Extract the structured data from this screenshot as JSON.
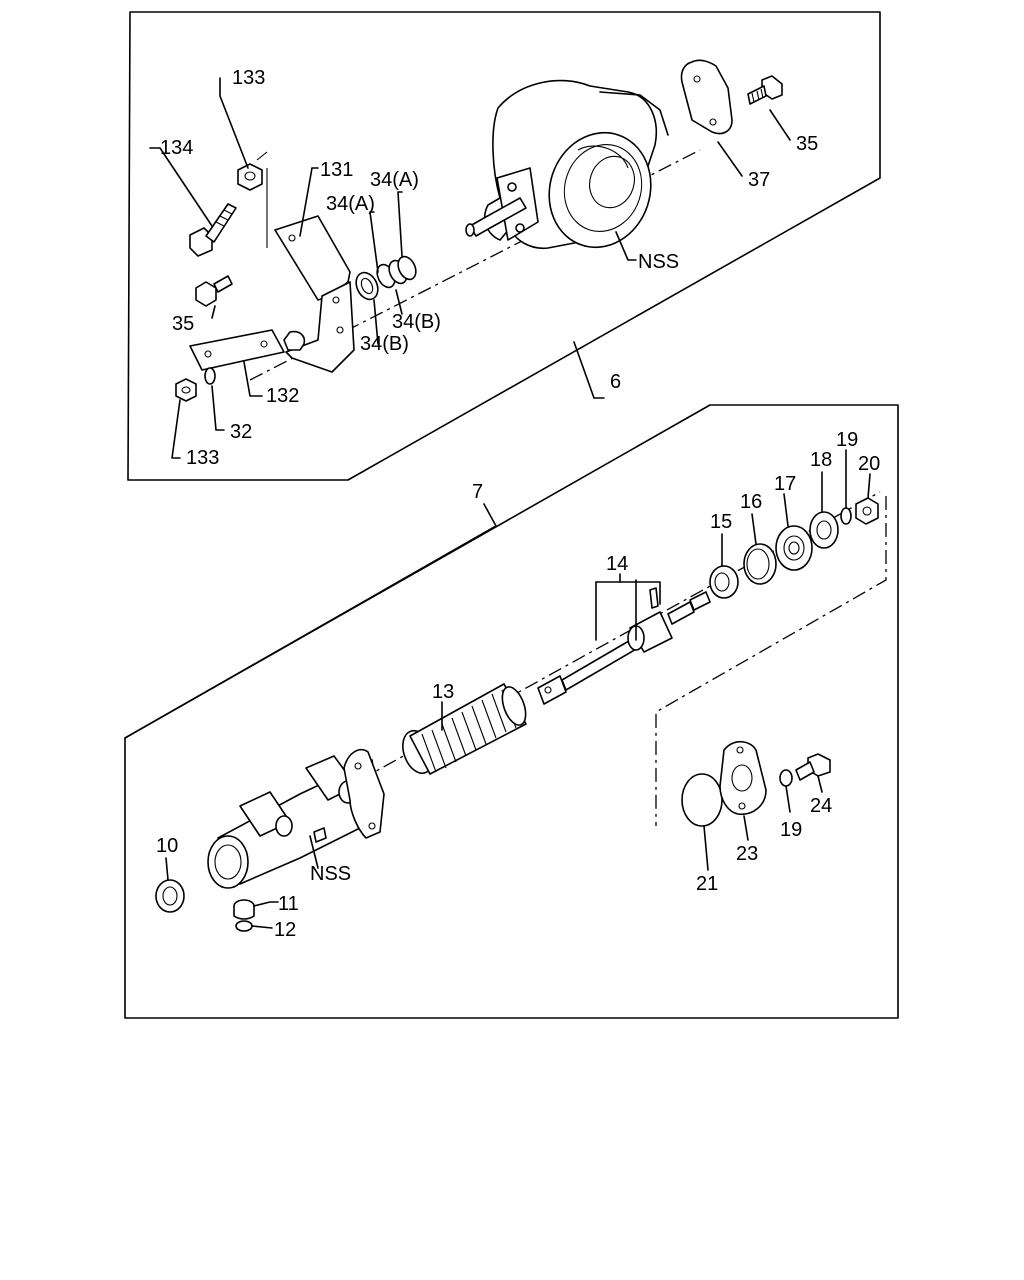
{
  "diagram": {
    "upper_assembly": {
      "group_number": "6",
      "labels": {
        "l133_top": "133",
        "l134": "134",
        "l131": "131",
        "l34A_top": "34(A)",
        "l34A_mid": "34(A)",
        "l35_left": "35",
        "l34B_right": "34(B)",
        "l34B_left": "34(B)",
        "l132": "132",
        "l32": "32",
        "l133_bottom": "133",
        "l35_right": "35",
        "l37": "37",
        "lNSS_upper": "NSS"
      }
    },
    "lower_assembly": {
      "group_number": "7",
      "labels": {
        "l14": "14",
        "l15": "15",
        "l16": "16",
        "l17": "17",
        "l18": "18",
        "l19_top": "19",
        "l20": "20",
        "l13": "13",
        "l10": "10",
        "l11": "11",
        "l12": "12",
        "lNSS_lower": "NSS",
        "l21": "21",
        "l23": "23",
        "l19_bottom": "19",
        "l24": "24"
      }
    },
    "line_color": "#000000",
    "background_color": "#ffffff"
  }
}
